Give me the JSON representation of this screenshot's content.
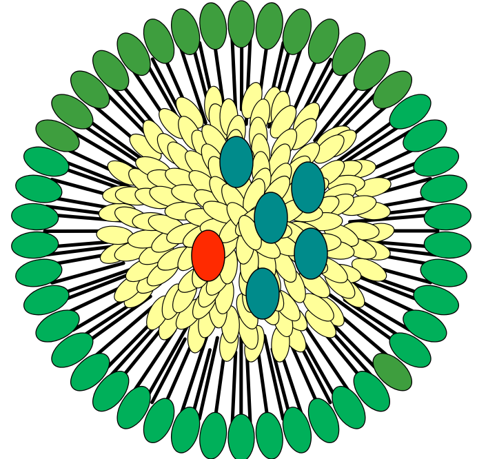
{
  "diagram": {
    "kind": "micelle-cross-section",
    "colors": {
      "background": "#ffffff",
      "outline": "#000000",
      "headgroup": "#00b05a",
      "headgroup_dark": "#3e9e3e",
      "tail": "#000000",
      "core": "#ffff99",
      "cargo_primary": "#008b8b",
      "cargo_secondary": "#ff2a00"
    },
    "components": {
      "outer_headgroups": {
        "shape": "ellipse",
        "color_key": "headgroup",
        "count": 46
      },
      "lipid_tails": {
        "shape": "line",
        "color_key": "tail",
        "count": 96
      },
      "hydrophobic_core": {
        "shape": "ellipse-cluster",
        "color_key": "core"
      },
      "cargo_particles": [
        {
          "id": "cargo-1",
          "color_key": "cargo_primary"
        },
        {
          "id": "cargo-2",
          "color_key": "cargo_primary"
        },
        {
          "id": "cargo-3",
          "color_key": "cargo_primary"
        },
        {
          "id": "cargo-4",
          "color_key": "cargo_primary"
        },
        {
          "id": "cargo-5",
          "color_key": "cargo_primary"
        },
        {
          "id": "cargo-6",
          "color_key": "cargo_secondary"
        }
      ]
    }
  }
}
